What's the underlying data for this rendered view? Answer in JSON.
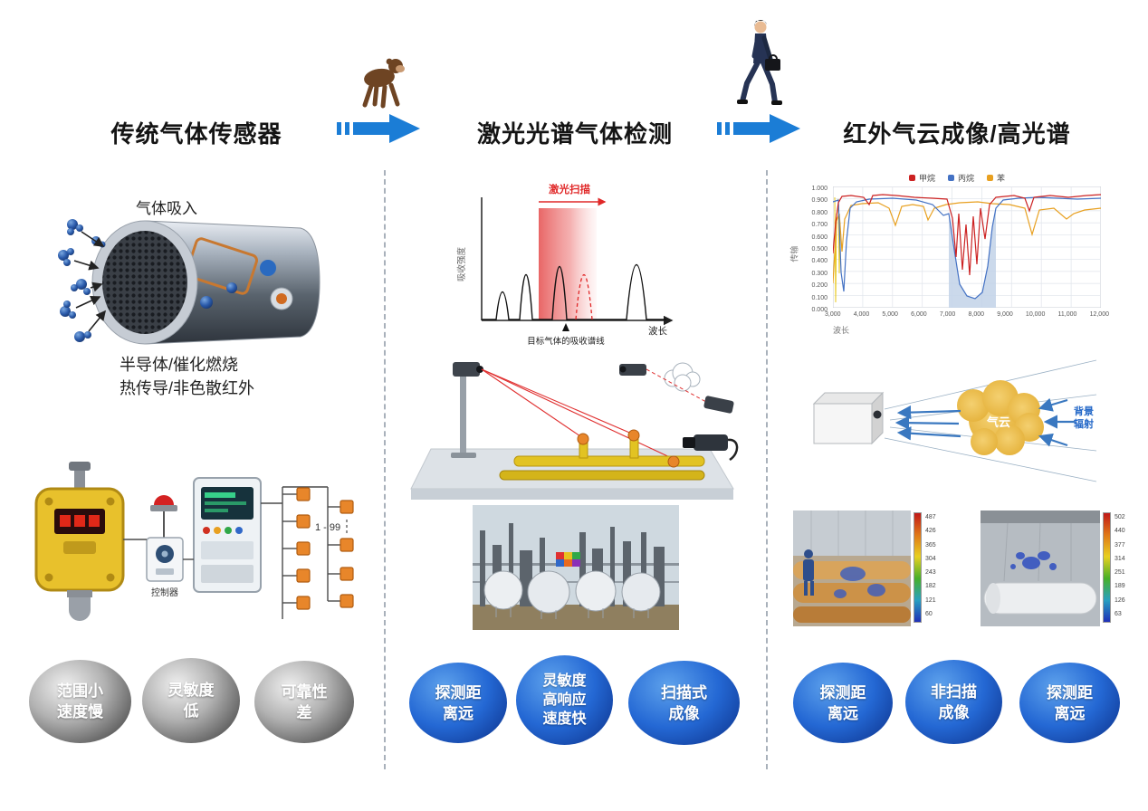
{
  "page": {
    "background": "#ffffff",
    "language": "zh-CN",
    "kind": "gas-detection-technology-evolution-infographic"
  },
  "colors": {
    "arrow_blue": "#1b7dd6",
    "badge_blue_dark": "#0b2e86",
    "badge_blue_light": "#5ea2ec",
    "badge_gray_dark": "#3e3e3e",
    "laser_red": "#e02828",
    "pipe_yellow": "#e2c322",
    "cloud_yellow": "#ecb93e"
  },
  "icons": {
    "transition_1": "monkey",
    "transition_2": "walking-businessman",
    "arrows": "block-arrow-right"
  },
  "header": {
    "stage1_title": "传统气体传感器",
    "stage2_title": "激光光谱气体检测",
    "stage3_title": "红外气云成像/高光谱"
  },
  "stage1": {
    "gas_intake_label": "气体吸入",
    "tech_caption": "半导体/催化燃烧\n热传导/非色散红外",
    "system_diagram": {
      "detector_count_label": "1 - 99",
      "controller_label": "控制器"
    },
    "badges": [
      "范围小\n速度慢",
      "灵敏度\n低",
      "可靠性\n差"
    ]
  },
  "stage2": {
    "spectrum_chart": {
      "scan_band_label": "激光扫描",
      "x_axis_label": "波长",
      "y_axis_label": "吸收强度",
      "annotation": "目标气体的吸收谱线"
    },
    "badges": [
      "探测距\n离远",
      "灵敏度\n高响应\n速度快",
      "扫描式\n成像"
    ]
  },
  "stage3": {
    "transmission_chart": {
      "legend": [
        {
          "label": "甲烷",
          "color": "#cc2222"
        },
        {
          "label": "丙烷",
          "color": "#4472c4"
        },
        {
          "label": "苯",
          "color": "#e8a020"
        }
      ],
      "y_axis_label": "传输",
      "x_axis_label": "波长",
      "y_ticks": "1.000\n0.900\n0.800\n0.700\n0.600\n0.500\n0.400\n0.300\n0.200\n0.100\n0.000",
      "x_ticks": [
        "3,000",
        "4,000",
        "5,000",
        "6,000",
        "7,000",
        "8,000",
        "9,000",
        "10,000",
        "11,000",
        "12,000"
      ]
    },
    "gas_cloud_diagram": {
      "cloud_label": "气云",
      "radiation_label": "背景\n辐射"
    },
    "thermal_images": {
      "left_scale": "487\n426\n365\n304\n243\n182\n121\n60",
      "right_scale": "502\n440\n377\n314\n251\n189\n126\n63"
    },
    "badges": [
      "探测距\n离远",
      "非扫描\n成像",
      "探测距\n离远"
    ]
  },
  "chart_data": [
    {
      "type": "line",
      "title": "激光扫描",
      "xlabel": "波长",
      "ylabel": "吸收强度",
      "annotation": "目标气体的吸收谱线",
      "description": "示意图：黑色曲线为若干气体吸收峰，红色渐变竖带表示激光扫描的波长范围，带内红色虚线峰为目标气体的吸收谱线",
      "series": [
        {
          "name": "吸收谱线",
          "approx_peak_positions_relative": [
            0.12,
            0.25,
            0.43,
            0.55,
            0.85
          ]
        }
      ]
    },
    {
      "type": "line",
      "xlabel": "波长",
      "ylabel": "传输",
      "xlim": [
        3000,
        12000
      ],
      "ylim": [
        0,
        1
      ],
      "grid": true,
      "legend_position": "top",
      "x_tick_labels": [
        "3,000",
        "4,000",
        "5,000",
        "6,000",
        "7,000",
        "8,000",
        "9,000",
        "10,000",
        "11,000",
        "12,000"
      ],
      "y_tick_labels": [
        "1.000",
        "0.900",
        "0.800",
        "0.700",
        "0.600",
        "0.500",
        "0.400",
        "0.300",
        "0.200",
        "0.100",
        "0.000"
      ],
      "shaded_band_x": [
        7000,
        8400
      ],
      "series": [
        {
          "name": "甲烷",
          "color": "#cc2222",
          "points": [
            [
              3000,
              0.45
            ],
            [
              3200,
              0.9
            ],
            [
              3400,
              0.93
            ],
            [
              4200,
              0.85
            ],
            [
              4400,
              0.93
            ],
            [
              5000,
              0.94
            ],
            [
              6000,
              0.92
            ],
            [
              7000,
              0.9
            ],
            [
              7200,
              0.74
            ],
            [
              7350,
              0.42
            ],
            [
              7500,
              0.78
            ],
            [
              7650,
              0.31
            ],
            [
              7800,
              0.69
            ],
            [
              7950,
              0.27
            ],
            [
              8100,
              0.82
            ],
            [
              8250,
              0.57
            ],
            [
              8400,
              0.91
            ],
            [
              9000,
              0.93
            ],
            [
              9600,
              0.8
            ],
            [
              9800,
              0.91
            ],
            [
              10500,
              0.93
            ],
            [
              11500,
              0.92
            ],
            [
              12000,
              0.93
            ]
          ]
        },
        {
          "name": "丙烷",
          "color": "#4472c4",
          "points": [
            [
              3000,
              0.87
            ],
            [
              3280,
              0.29
            ],
            [
              3360,
              0.13
            ],
            [
              3460,
              0.55
            ],
            [
              3580,
              0.82
            ],
            [
              4200,
              0.9
            ],
            [
              5000,
              0.9
            ],
            [
              6000,
              0.85
            ],
            [
              6700,
              0.76
            ],
            [
              6900,
              0.78
            ],
            [
              7100,
              0.48
            ],
            [
              7300,
              0.19
            ],
            [
              7500,
              0.1
            ],
            [
              7700,
              0.07
            ],
            [
              7900,
              0.13
            ],
            [
              8100,
              0.34
            ],
            [
              8300,
              0.66
            ],
            [
              8450,
              0.82
            ],
            [
              8700,
              0.89
            ],
            [
              9400,
              0.9
            ],
            [
              10500,
              0.91
            ],
            [
              12000,
              0.9
            ]
          ]
        },
        {
          "name": "苯",
          "color": "#e8a020",
          "points": [
            [
              3000,
              0.2
            ],
            [
              3120,
              0.72
            ],
            [
              3300,
              0.46
            ],
            [
              3600,
              0.84
            ],
            [
              4000,
              0.86
            ],
            [
              4900,
              0.82
            ],
            [
              5100,
              0.68
            ],
            [
              5300,
              0.84
            ],
            [
              6200,
              0.72
            ],
            [
              6400,
              0.82
            ],
            [
              7000,
              0.85
            ],
            [
              7600,
              0.87
            ],
            [
              8400,
              0.85
            ],
            [
              9700,
              0.6
            ],
            [
              9900,
              0.81
            ],
            [
              10800,
              0.73
            ],
            [
              11200,
              0.78
            ],
            [
              12000,
              0.82
            ]
          ]
        }
      ]
    }
  ]
}
